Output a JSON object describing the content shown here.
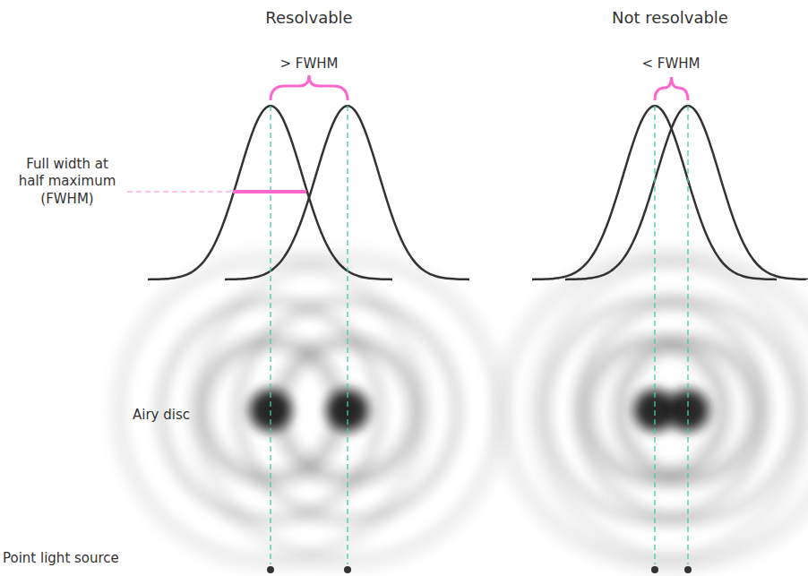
{
  "diagram": {
    "labels": [
      "Resolvable",
      "Not resolvable",
      "> FWHM",
      "< FWHM",
      "Full width at half maximum (FWHM)",
      "Airy disc",
      "Point light source"
    ]
  }
}
